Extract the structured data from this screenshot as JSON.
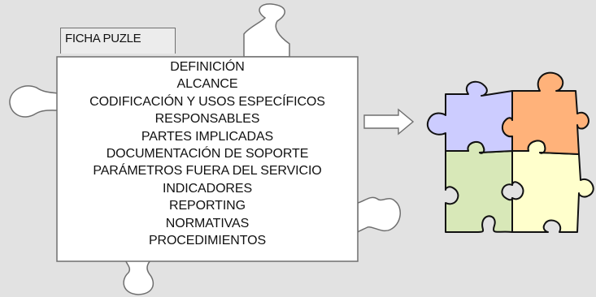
{
  "card": {
    "title": "FICHA PUZLE",
    "items": [
      "DEFINICIÓN",
      "ALCANCE",
      "CODIFICACIÓN Y USOS ESPECÍFICOS",
      "RESPONSABLES",
      "PARTES IMPLICADAS",
      "DOCUMENTACIÓN DE SOPORTE",
      "PARÁMETROS FUERA DEL SERVICIO",
      "INDICADORES",
      "REPORTING",
      "NORMATIVAS",
      "PROCEDIMIENTOS"
    ]
  },
  "colors": {
    "background": "#e2e2e2",
    "card_fill": "#ffffff",
    "outline": "#6f6f6f",
    "piece_top_left": "#ccccff",
    "piece_top_right": "#ffb27a",
    "piece_bottom_left": "#d8e8b8",
    "piece_bottom_right": "#ffffcc"
  },
  "icons": [
    "arrow-right-icon",
    "puzzle-piece-icon"
  ]
}
